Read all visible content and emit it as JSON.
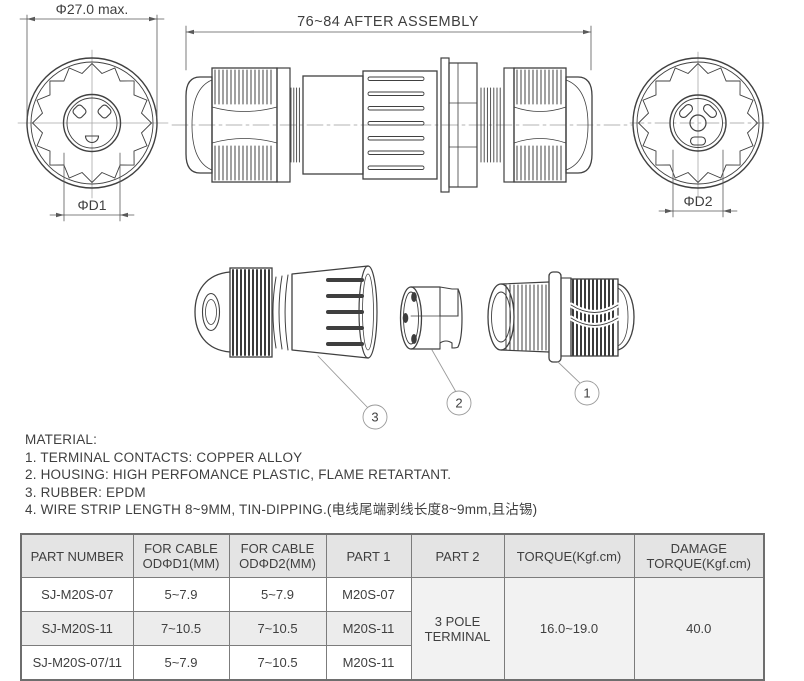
{
  "drawing": {
    "dim_outer_label": "Φ27.0 max.",
    "dim_length_label": "76~84 AFTER ASSEMBLY",
    "dim_d1_label": "ΦD1",
    "dim_d2_label": "ΦD2",
    "callouts": [
      "1",
      "2",
      "3"
    ]
  },
  "material": {
    "title": "MATERIAL:",
    "lines": [
      "1. TERMINAL CONTACTS: COPPER ALLOY",
      "2. HOUSING: HIGH PERFOMANCE PLASTIC, FLAME RETARTANT.",
      "3. RUBBER: EPDM",
      "4. WIRE STRIP LENGTH 8~9MM, TIN-DIPPING.(电线尾端剥线长度8~9mm,且沾锡)"
    ]
  },
  "table": {
    "headers": [
      "PART NUMBER",
      "FOR CABLE ODΦD1(MM)",
      "FOR CABLE ODΦD2(MM)",
      "PART 1",
      "PART 2",
      "TORQUE(Kgf.cm)",
      "DAMAGE TORQUE(Kgf.cm)"
    ],
    "rows": [
      [
        "SJ-M20S-07",
        "5~7.9",
        "5~7.9",
        "M20S-07"
      ],
      [
        "SJ-M20S-11",
        "7~10.5",
        "7~10.5",
        "M20S-11"
      ],
      [
        "SJ-M20S-07/11",
        "5~7.9",
        "7~10.5",
        "M20S-11"
      ]
    ],
    "merged": {
      "part2": "3 POLE TERMINAL",
      "torque": "16.0~19.0",
      "damage_torque": "40.0"
    }
  },
  "colors": {
    "line": "#404040",
    "dim": "#555555",
    "text": "#3f3f3f",
    "table_border": "#7c7c7c",
    "header_bg": "#e4e4e4",
    "row_alt_bg": "#ececec",
    "merged_bg": "#f2f2f2"
  }
}
